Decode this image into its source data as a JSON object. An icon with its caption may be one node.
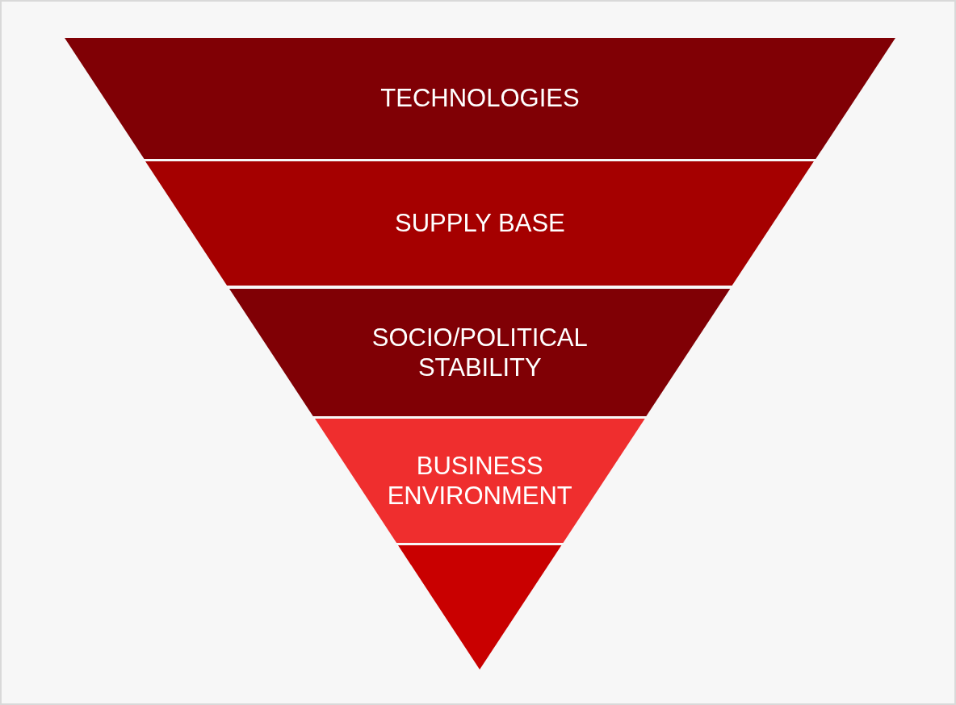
{
  "diagram": {
    "nodes": [
      {
        "text": [
          "TECHNOLOGIES"
        ]
      },
      {
        "text": [
          "SUPPLY BASE"
        ]
      },
      {
        "text": [
          "SOCIO/POLITICAL STABILITY"
        ]
      },
      {
        "text": [
          "BUSINESS ENVIRONMENT"
        ]
      },
      {
        "text": [],
        "shape": "triangle"
      }
    ]
  }
}
